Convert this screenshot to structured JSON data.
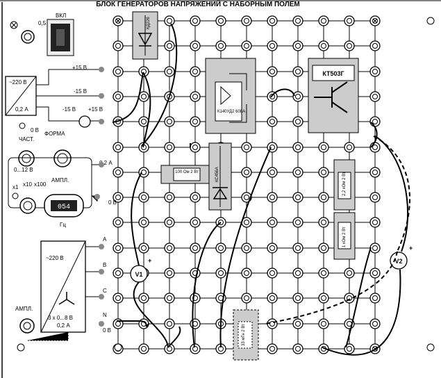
{
  "title": "БЛОК ГЕНЕРАТОРОВ НАПРЯЖЕНИЙ С НАБОРНЫМ ПОЛЕМ",
  "power": {
    "fuse": "0,5 А",
    "switch": "ВКЛ"
  },
  "supply1": {
    "input": "~220 В",
    "current": "0,2 А",
    "outputs": [
      "+15 В",
      "-15 В",
      "-15 В",
      "+15 В"
    ],
    "ground": "0 В"
  },
  "generator": {
    "freq_label": "ЧАСТ.",
    "waveform_label": "ФОРМА",
    "range": "0...12 В",
    "multipliers": [
      "x1",
      "x10",
      "x100"
    ],
    "amp_label": "АМПЛ.",
    "current": "0,2 А",
    "ground": "0 В",
    "display": "054",
    "hz": "Гц"
  },
  "supply3": {
    "input": "~220 В",
    "range": "3 x 0...8 В",
    "current": "0,2 А",
    "phases": [
      "A",
      "B",
      "C"
    ],
    "neutral": "N",
    "ground": "0 В",
    "amp_label": "АМПЛ."
  },
  "components": {
    "diode1": "КД226",
    "diode2": "КС456А",
    "opamp": "К140УД2 608А",
    "transistor": "КТ503Г",
    "r1": "100 Ом 2 Вт",
    "r2": "2,2 кОм 2 Вт",
    "r3": "1 кОм 2 Вт",
    "inductor": "33 мГн 2 Вт"
  },
  "meters": {
    "v1": "V1",
    "v2": "V2",
    "plus": "+"
  }
}
